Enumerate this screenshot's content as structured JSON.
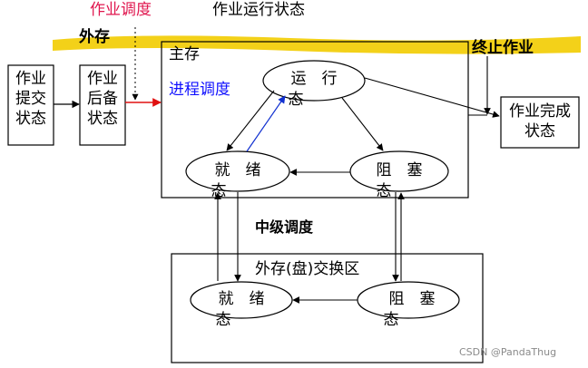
{
  "header": {
    "job_scheduling": "作业调度",
    "job_run_state": "作业运行状态",
    "external_storage": "外存"
  },
  "colors": {
    "job_scheduling_text": "#e0174f",
    "process_scheduling_text": "#1010ff",
    "highlight_stroke": "#f0c800",
    "arrow_red": "#e01010",
    "arrow_blue": "#1030d0"
  },
  "boxes": {
    "submit_state": "作业提交状态",
    "backup_state": "作业后备状态",
    "complete_state": "作业完成状态"
  },
  "main_memory": {
    "title": "主存",
    "process_scheduling": "进程调度",
    "terminate_job": "终止作业",
    "running": "运　行",
    "running_suffix": "态",
    "ready": "就　绪",
    "ready_suffix": "态",
    "blocked": "阻　塞",
    "blocked_suffix": "态"
  },
  "middle_scheduling": "中级调度",
  "swap_area": {
    "title": "外存(盘)交换区",
    "ready": "就　绪",
    "ready_suffix": "态",
    "blocked": "阻　塞",
    "blocked_suffix": "态"
  },
  "watermark": "CSDN @PandaThug"
}
